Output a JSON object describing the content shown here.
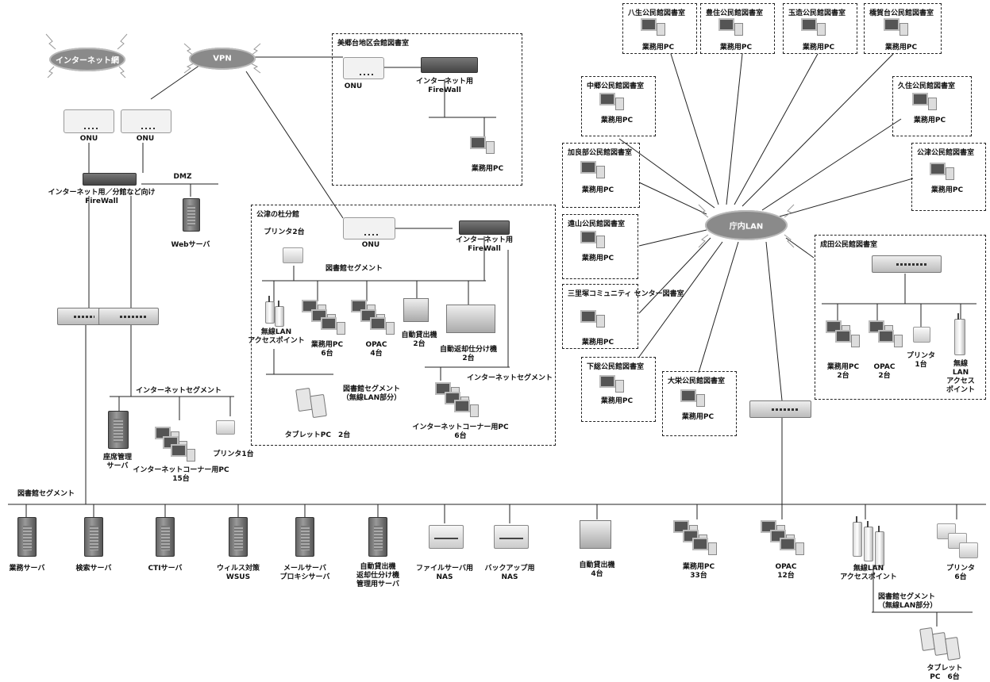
{
  "clouds": {
    "internet": "インターネット網",
    "vpn": "VPN",
    "lan": "庁内LAN"
  },
  "left": {
    "onu1": "ONU",
    "onu2": "ONU",
    "firewall": "インターネット用／分館など向け\nFireWall",
    "dmz": "DMZ",
    "web_server": "Webサーバ",
    "internet_segment": "インターネットセグメント",
    "seat_server": "座席管理\nサーバ",
    "internet_pc": "インターネットコーナー用PC\n15台",
    "printer": "プリンタ1台",
    "library_segment": "図書館セグメント"
  },
  "misato": {
    "title": "美郷台地区会館図書室",
    "onu": "ONU",
    "firewall": "インターネット用\nFireWall",
    "pc": "業務用PC"
  },
  "kozunomori": {
    "title": "公津の杜分館",
    "onu": "ONU",
    "firewall": "インターネット用\nFireWall",
    "printer": "プリンタ2台",
    "library_segment": "図書館セグメント",
    "ap": "無線LAN\nアクセスポイント",
    "work_pc": "業務用PC\n6台",
    "opac": "OPAC\n4台",
    "self_checkout": "自動貸出機\n2台",
    "return_sorter": "自動返却仕分け機\n2台",
    "internet_segment": "インターネットセグメント",
    "wireless_segment": "図書館セグメント\n（無線LAN部分）",
    "tablet": "タブレットPC　2台",
    "internet_pc": "インターネットコーナー用PC\n6台"
  },
  "branches": [
    {
      "name": "八生公民館図書室",
      "pc": "業務用PC"
    },
    {
      "name": "豊住公民館図書室",
      "pc": "業務用PC"
    },
    {
      "name": "玉造公民館図書室",
      "pc": "業務用PC"
    },
    {
      "name": "橋賀台公民館図書室",
      "pc": "業務用PC"
    },
    {
      "name": "中郷公民館図書室",
      "pc": "業務用PC"
    },
    {
      "name": "久住公民館図書室",
      "pc": "業務用PC"
    },
    {
      "name": "加良部公民館図書室",
      "pc": "業務用PC"
    },
    {
      "name": "公津公民館図書室",
      "pc": "業務用PC"
    },
    {
      "name": "遠山公民館図書室",
      "pc": "業務用PC"
    },
    {
      "name": "三里塚コミュニティ\nセンター図書室",
      "pc": "業務用PC"
    },
    {
      "name": "下総公民館図書室",
      "pc": "業務用PC"
    },
    {
      "name": "大栄公民館図書室",
      "pc": "業務用PC"
    }
  ],
  "narita": {
    "title": "成田公民館図書室",
    "work_pc": "業務用PC\n2台",
    "opac": "OPAC\n2台",
    "printer": "プリンタ\n1台",
    "ap": "無線LAN\nアクセスポイント"
  },
  "bottom": {
    "work_server": "業務サーバ",
    "search_server": "検索サーバ",
    "cti_server": "CTIサーバ",
    "virus": "ウィルス対策\nWSUS",
    "mail_server": "メールサーバ\nプロキシサーバ",
    "auto_mgmt": "自動貸出機\n返却仕分け機\n管理用サーバ",
    "file_nas": "ファイルサーバ用\nNAS",
    "backup_nas": "バックアップ用\nNAS",
    "self_checkout": "自動貸出機\n4台",
    "work_pc": "業務用PC\n33台",
    "opac": "OPAC\n12台",
    "ap": "無線LAN\nアクセスポイント",
    "printer": "プリンタ\n6台",
    "wireless_segment": "図書館セグメント\n（無線LAN部分）",
    "tablet": "タブレットPC　6台"
  }
}
